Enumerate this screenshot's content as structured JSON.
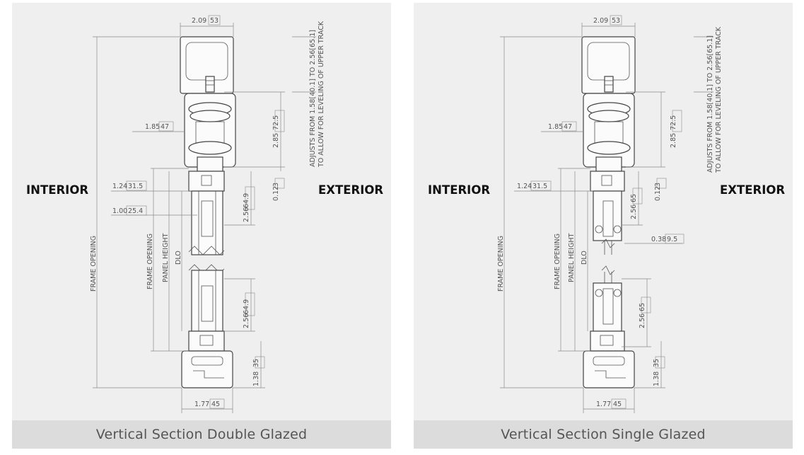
{
  "left": {
    "caption": "Vertical Section Double Glazed",
    "interior_label": "INTERIOR",
    "exterior_label": "EXTERIOR",
    "labels": {
      "top_width": "2.09",
      "top_width_mm": "53",
      "track_depth": "1.85",
      "track_depth_mm": "47",
      "adjust_line1": "ADJUSTS FROM 1.58[40.1] TO 2.56[65.1]",
      "adjust_line2": "TO ALLOW FOR LEVELING OF UPPER TRACK",
      "upper": "2.85",
      "upper_mm": "72.5",
      "gap": "0.12",
      "gap_mm": "3",
      "frame_w1": "1.24",
      "frame_w1_mm": "31.5",
      "glass_w": "1.00",
      "glass_w_mm": "25.4",
      "glass_top": "2.56",
      "glass_top_mm": "64.9",
      "glass_bottom": "2.56",
      "glass_bottom_mm": "64.9",
      "frame_opening": "FRAME OPENING",
      "frame_opening_inner": "FRAME OPENING",
      "panel_height": "PANEL HEIGHT",
      "dlo": "DLO",
      "sill_h": "1.38",
      "sill_h_mm": "35",
      "sill_w": "1.77",
      "sill_w_mm": "45"
    }
  },
  "right": {
    "caption": "Vertical Section Single Glazed",
    "interior_label": "INTERIOR",
    "exterior_label": "EXTERIOR",
    "labels": {
      "top_width": "2.09",
      "top_width_mm": "53",
      "track_depth": "1.85",
      "track_depth_mm": "47",
      "adjust_line1": "ADJUSTS FROM 1.58[40.1] TO 2.56[65.1]",
      "adjust_line2": "TO ALLOW FOR LEVELING OF UPPER TRACK",
      "upper": "2.85",
      "upper_mm": "72.5",
      "gap": "0.12",
      "gap_mm": "3",
      "frame_w1": "1.24",
      "frame_w1_mm": "31.5",
      "glass_top": "2.56",
      "glass_top_mm": "65",
      "glass_w": "0.38",
      "glass_w_mm": "9.5",
      "glass_bottom": "2.56",
      "glass_bottom_mm": "65",
      "frame_opening": "FRAME OPENING",
      "frame_opening_inner": "FRAME OPENING",
      "panel_height": "PANEL HEIGHT",
      "dlo": "DLO",
      "sill_h": "1.38",
      "sill_h_mm": "35",
      "sill_w": "1.77",
      "sill_w_mm": "45"
    }
  },
  "colors": {
    "panel_bg": "#efefef",
    "caption_bg": "#dcdcdc",
    "line": "#444444",
    "dim": "#8a8a8a"
  }
}
